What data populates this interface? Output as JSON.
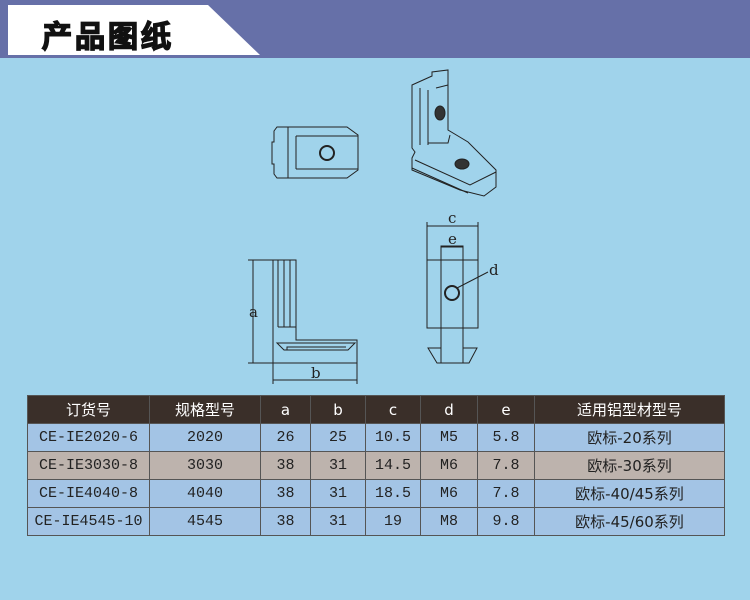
{
  "header": {
    "title": "产品图纸"
  },
  "drawing": {
    "labels": {
      "a": "a",
      "b": "b",
      "c": "c",
      "d": "d",
      "e": "e"
    }
  },
  "table": {
    "columns": [
      "订货号",
      "规格型号",
      "a",
      "b",
      "c",
      "d",
      "e",
      "适用铝型材型号"
    ],
    "rows": [
      [
        "CE-IE2020-6",
        "2020",
        "26",
        "25",
        "10.5",
        "M5",
        "5.8",
        "欧标-20系列"
      ],
      [
        "CE-IE3030-8",
        "3030",
        "38",
        "31",
        "14.5",
        "M6",
        "7.8",
        "欧标-30系列"
      ],
      [
        "CE-IE4040-8",
        "4040",
        "38",
        "31",
        "18.5",
        "M6",
        "7.8",
        "欧标-40/45系列"
      ],
      [
        "CE-IE4545-10",
        "4545",
        "38",
        "31",
        "19",
        "M8",
        "9.8",
        "欧标-45/60系列"
      ]
    ]
  },
  "colors": {
    "background": "#a0d3eb",
    "band": "#6670a8",
    "table_header": "#3a2f29",
    "row_blue": "#a3c4e5",
    "row_tan": "#bdb3ad"
  }
}
